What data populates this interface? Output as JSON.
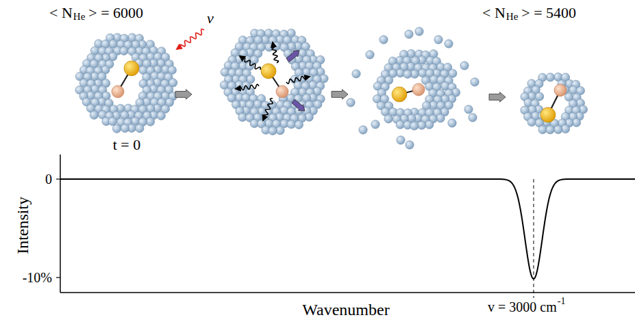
{
  "diagram": {
    "labels": [
      "< N",
      "He",
      "> = 6000",
      "v",
      "t = 0",
      "< N",
      "He",
      "> = 5400",
      "Intensity",
      "0",
      "-10%",
      "v = 3000 cm",
      "-1",
      "Wavenumber"
    ]
  }
}
